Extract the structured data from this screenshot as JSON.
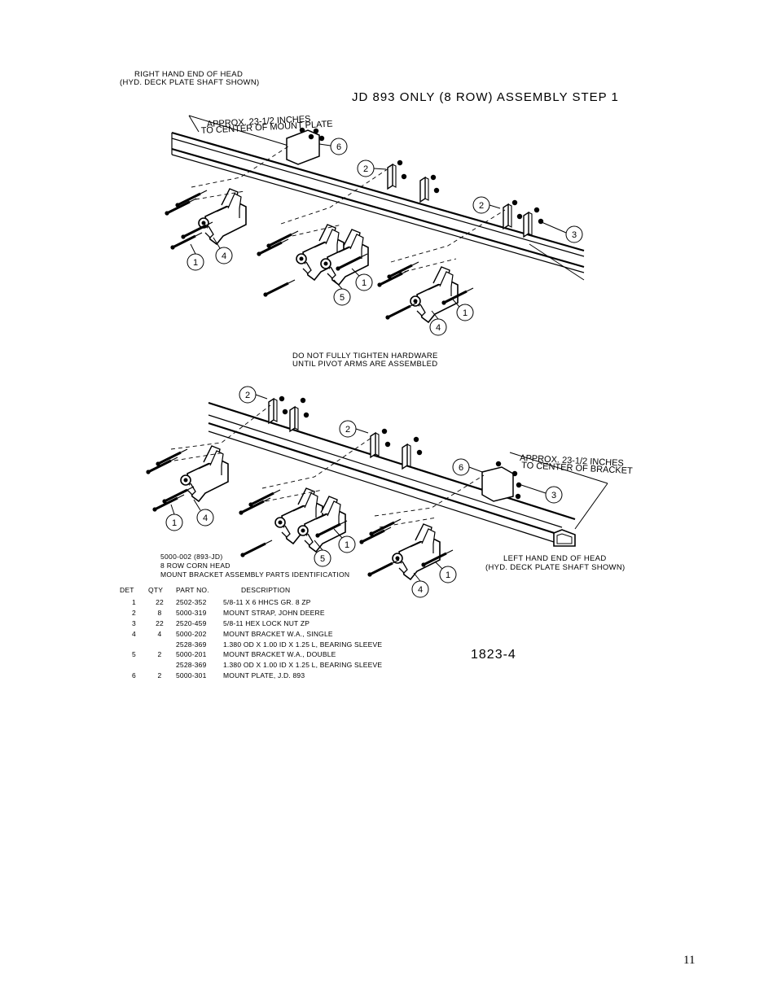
{
  "header": {
    "right_end_line1": "RIGHT HAND END OF HEAD",
    "right_end_line2": "(HYD. DECK PLATE SHAFT SHOWN)",
    "title": "JD 893 ONLY (8 ROW) ASSEMBLY STEP 1"
  },
  "top_view": {
    "approx_line1": "APPROX. 23-1/2 INCHES",
    "approx_line2": "TO CENTER OF MOUNT PLATE",
    "callouts": [
      "6",
      "2",
      "2",
      "3",
      "1",
      "4",
      "5",
      "1",
      "4",
      "1"
    ]
  },
  "note": {
    "line1": "DO NOT FULLY TIGHTEN HARDWARE",
    "line2": "UNTIL PIVOT ARMS ARE ASSEMBLED"
  },
  "bottom_view": {
    "approx_line1": "APPROX. 23-1/2 INCHES",
    "approx_line2": "TO CENTER OF BRACKET",
    "callouts": [
      "2",
      "2",
      "6",
      "3",
      "1",
      "4",
      "5",
      "1",
      "4",
      "1"
    ],
    "left_end_line1": "LEFT HAND END OF HEAD",
    "left_end_line2": "(HYD. DECK PLATE SHAFT SHOWN)"
  },
  "parts_caption": {
    "line1": "5000-002 (893-JD)",
    "line2": "8 ROW CORN HEAD",
    "line3": "MOUNT BRACKET ASSEMBLY PARTS IDENTIFICATION"
  },
  "parts_table": {
    "headers": [
      "DET",
      "QTY",
      "PART NO.",
      "DESCRIPTION"
    ],
    "rows": [
      {
        "det": "1",
        "qty": "22",
        "part": "2502-352",
        "desc": "5/8-11 X 6 HHCS GR. 8 ZP"
      },
      {
        "det": "2",
        "qty": "8",
        "part": "5000-319",
        "desc": "MOUNT STRAP, JOHN DEERE"
      },
      {
        "det": "3",
        "qty": "22",
        "part": "2520-459",
        "desc": "5/8-11 HEX LOCK NUT ZP"
      },
      {
        "det": "4",
        "qty": "4",
        "part": "5000-202",
        "desc": "MOUNT BRACKET W.A., SINGLE"
      },
      {
        "det": "",
        "qty": "",
        "part": "2528-369",
        "desc": "1.380 OD X 1.00 ID X 1.25 L, BEARING SLEEVE"
      },
      {
        "det": "5",
        "qty": "2",
        "part": "5000-201",
        "desc": "MOUNT BRACKET W.A., DOUBLE"
      },
      {
        "det": "",
        "qty": "",
        "part": "2528-369",
        "desc": "1.380 OD X 1.00 ID X 1.25 L, BEARING SLEEVE"
      },
      {
        "det": "6",
        "qty": "2",
        "part": "5000-301",
        "desc": "MOUNT PLATE, J.D. 893"
      }
    ]
  },
  "drawing_number": "1823-4",
  "page_number": "11",
  "colors": {
    "ink": "#000000",
    "paper": "#ffffff"
  }
}
